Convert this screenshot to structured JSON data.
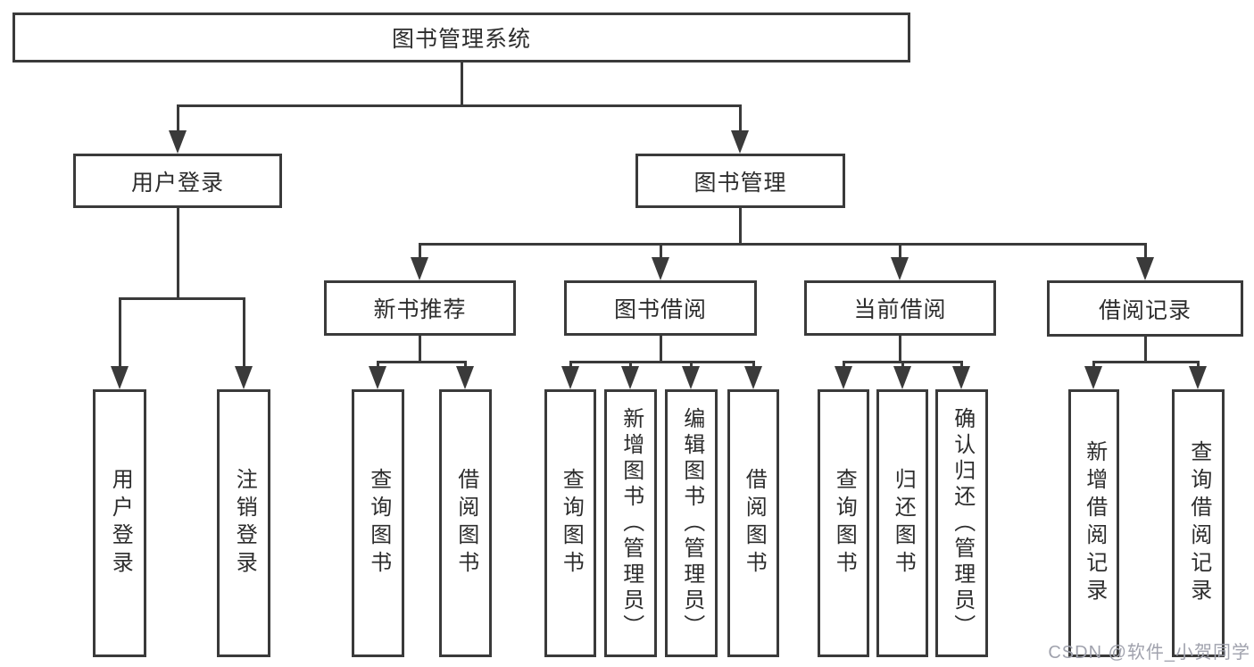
{
  "nodes": {
    "root": {
      "label": "图书管理系统"
    },
    "user_login": {
      "label": "用户登录"
    },
    "book_management": {
      "label": "图书管理"
    },
    "new_book_recommend": {
      "label": "新书推荐"
    },
    "book_borrow": {
      "label": "图书借阅"
    },
    "current_borrow": {
      "label": "当前借阅"
    },
    "borrow_record": {
      "label": "借阅记录"
    },
    "leaves": {
      "user_login_leaf": {
        "label": "用户登录"
      },
      "logout_leaf": {
        "label": "注销登录"
      },
      "query_book_new": {
        "label": "查询图书"
      },
      "borrow_book_new": {
        "label": "借阅图书"
      },
      "query_book_borrow": {
        "label": "查询图书"
      },
      "add_book_admin": {
        "label": "新增图书（管理员）"
      },
      "edit_book_admin": {
        "label": "编辑图书（管理员）"
      },
      "borrow_book_borrow": {
        "label": "借阅图书"
      },
      "query_book_current": {
        "label": "查询图书"
      },
      "return_book": {
        "label": "归还图书"
      },
      "confirm_return_admin": {
        "label": "确认归还（管理员）"
      },
      "add_borrow_record": {
        "label": "新增借阅记录"
      },
      "query_borrow_record": {
        "label": "查询借阅记录"
      }
    }
  },
  "watermark": {
    "text": "CSDN @软件_小贺同学",
    "color": "#a0a2ad"
  },
  "colors": {
    "line": "#3a3a3a",
    "box_border": "#3a3a3a",
    "box_fill": "#ffffff",
    "text": "#2d2d2d",
    "background": "#ffffff"
  }
}
